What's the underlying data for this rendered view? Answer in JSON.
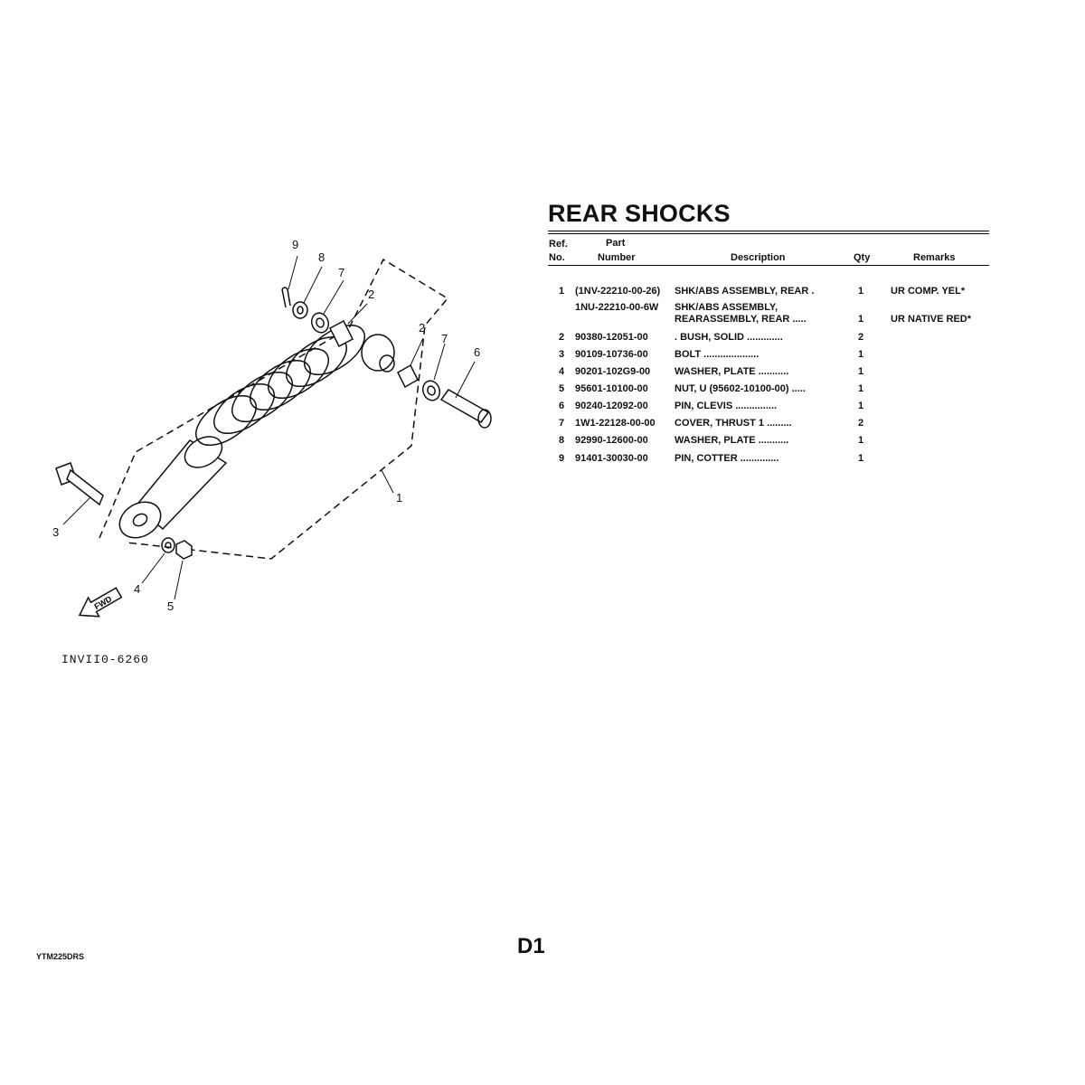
{
  "title": "REAR SHOCKS",
  "headers": {
    "ref_line1": "Ref.",
    "ref_line2": "No.",
    "part_line1": "Part",
    "part_line2": "Number",
    "description": "Description",
    "qty": "Qty",
    "remarks": "Remarks"
  },
  "rows": [
    {
      "ref": "1",
      "number": "(1NV-22210-00-26)",
      "desc": "SHK/ABS ASSEMBLY, REAR   .",
      "desc2": "",
      "qty": "1",
      "remarks": "UR COMP. YEL*"
    },
    {
      "ref": "",
      "number": "1NU-22210-00-6W",
      "desc": "SHK/ABS ASSEMBLY,",
      "desc2": "REARASSEMBLY, REAR  .....",
      "qty": "1",
      "remarks": "UR NATIVE RED*"
    },
    {
      "ref": "2",
      "number": "90380-12051-00",
      "desc": ". BUSH, SOLID  .............",
      "desc2": "",
      "qty": "2",
      "remarks": ""
    },
    {
      "ref": "3",
      "number": "90109-10736-00",
      "desc": "BOLT  ....................",
      "desc2": "",
      "qty": "1",
      "remarks": ""
    },
    {
      "ref": "4",
      "number": "90201-102G9-00",
      "desc": "WASHER, PLATE  ...........",
      "desc2": "",
      "qty": "1",
      "remarks": ""
    },
    {
      "ref": "5",
      "number": "95601-10100-00",
      "desc": "NUT, U (95602-10100-00)  .....",
      "desc2": "",
      "qty": "1",
      "remarks": ""
    },
    {
      "ref": "6",
      "number": "90240-12092-00",
      "desc": "PIN, CLEVIS  ...............",
      "desc2": "",
      "qty": "1",
      "remarks": ""
    },
    {
      "ref": "7",
      "number": "1W1-22128-00-00",
      "desc": "COVER, THRUST 1   .........",
      "desc2": "",
      "qty": "2",
      "remarks": ""
    },
    {
      "ref": "8",
      "number": "92990-12600-00",
      "desc": "WASHER, PLATE  ...........",
      "desc2": "",
      "qty": "1",
      "remarks": ""
    },
    {
      "ref": "9",
      "number": "91401-30030-00",
      "desc": "PIN, COTTER  ..............",
      "desc2": "",
      "qty": "1",
      "remarks": ""
    }
  ],
  "diagram": {
    "callouts": [
      "9",
      "8",
      "7",
      "2",
      "2",
      "7",
      "6",
      "3",
      "4",
      "5",
      "1"
    ],
    "fwd_label": "FWD",
    "drawing_code": "INVII0-6260"
  },
  "footer_code": "YTM225DRS",
  "page_id": "D1"
}
